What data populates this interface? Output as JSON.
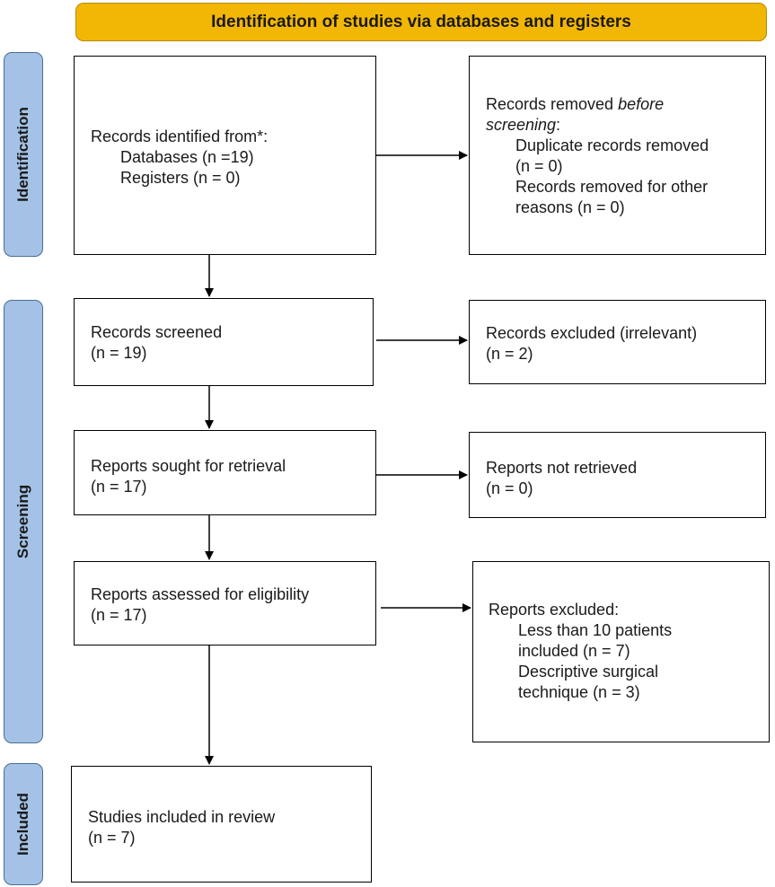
{
  "header": {
    "title": "Identification of studies via databases and registers"
  },
  "phases": {
    "identification": "Identification",
    "screening": "Screening",
    "included": "Included"
  },
  "identified": {
    "title": "Records identified from*:",
    "databases": "Databases (n =19)",
    "registers": "Registers (n = 0)"
  },
  "removed": {
    "title_pre": "Records removed ",
    "title_em": "before",
    "title_em2": "screening",
    "title_post": ":",
    "duplicates": "Duplicate records removed",
    "duplicates_n": "(n = 0)",
    "other": "Records removed for other",
    "other_n": "reasons (n = 0)"
  },
  "screened": {
    "title": "Records screened",
    "n": "(n = 19)"
  },
  "excluded": {
    "title": "Records excluded (irrelevant)",
    "n": "(n = 2)"
  },
  "sought": {
    "title": "Reports sought for retrieval",
    "n": "(n = 17)"
  },
  "not_retrieved": {
    "title": "Reports not retrieved",
    "n": "(n = 0)"
  },
  "assessed": {
    "title": "Reports assessed for eligibility",
    "n": "(n = 17)"
  },
  "reports_excluded": {
    "title": "Reports excluded:",
    "reason1_a": "Less than 10 patients",
    "reason1_b": "included (n = 7)",
    "reason2_a": "Descriptive surgical",
    "reason2_b": "technique (n = 3)"
  },
  "included_studies": {
    "title": "Studies included in review",
    "n": "(n = 7)"
  },
  "colors": {
    "banner": "#f2b705",
    "phase": "#a4c2e5",
    "border": "#000000"
  }
}
